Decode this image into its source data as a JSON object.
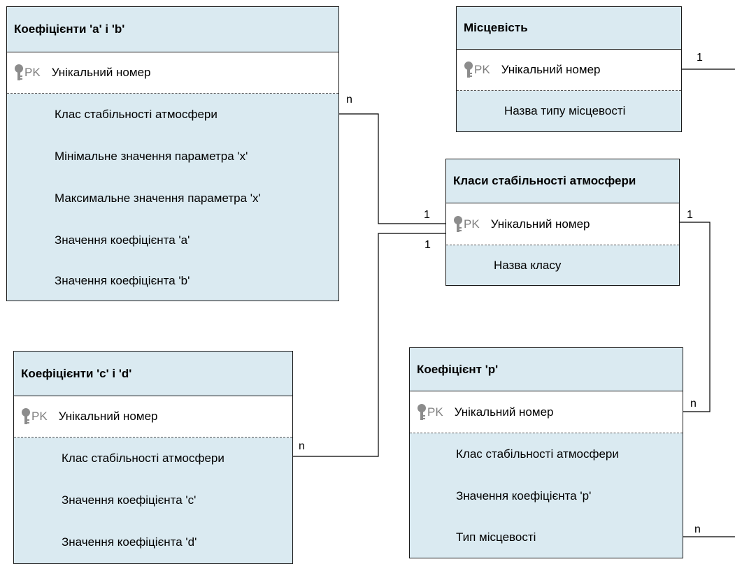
{
  "entities": {
    "coef_ab": {
      "title": "Коефіцієнти 'a' і 'b'",
      "pk_label": "PK",
      "pk_field": "Унікальний номер",
      "attributes": [
        "Клас стабільності атмосфери",
        "Мінімальне значення параметра 'x'",
        "Максимальне значення параметра 'x'",
        "Значення коефіцієнта 'a'",
        "Значення коефіцієнта 'b'"
      ]
    },
    "locality": {
      "title": "Місцевість",
      "pk_label": "PK",
      "pk_field": "Унікальний номер",
      "attributes": [
        "Назва типу місцевості"
      ]
    },
    "stability_classes": {
      "title": "Класи стабільності атмосфери",
      "pk_label": "PK",
      "pk_field": "Унікальний номер",
      "attributes": [
        "Назва класу"
      ]
    },
    "coef_cd": {
      "title": "Коефіцієнти 'c' і 'd'",
      "pk_label": "PK",
      "pk_field": "Унікальний номер",
      "attributes": [
        "Клас стабільності атмосфери",
        "Значення коефіцієнта 'c'",
        "Значення коефіцієнта 'd'"
      ]
    },
    "coef_p": {
      "title": "Коефіцієнт 'p'",
      "pk_label": "PK",
      "pk_field": "Унікальний номер",
      "attributes": [
        "Клас стабільності атмосфери",
        "Значення коефіцієнта 'p'",
        "Тип місцевості"
      ]
    }
  },
  "cardinalities": {
    "ab_n": "n",
    "classes_1_top": "1",
    "classes_1_bottom": "1",
    "classes_1_right": "1",
    "cd_n": "n",
    "p_n_pk": "n",
    "p_n_type": "n",
    "locality_1": "1"
  },
  "colors": {
    "header_fill": "#daeaf1",
    "border": "#1a1a1a",
    "pk_text": "#7f7f7f",
    "key_icon": "#8c8c8c"
  }
}
